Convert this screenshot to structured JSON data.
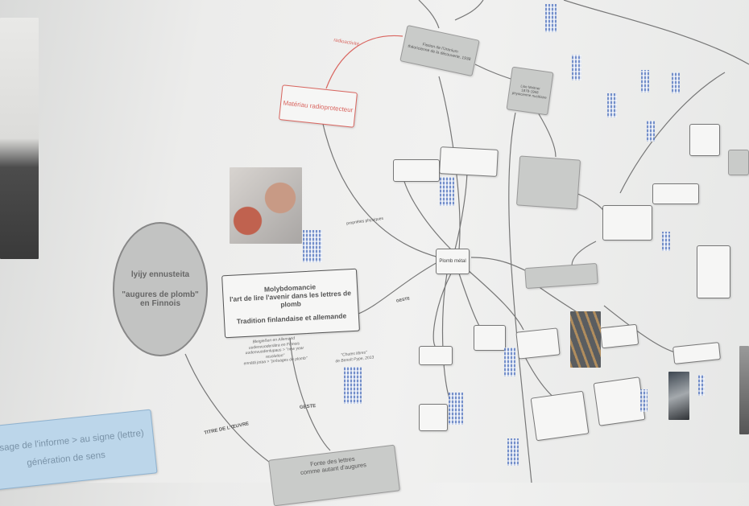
{
  "map": {
    "radioactivity_label": "radioactivité",
    "radioprotective": "Matériau radioprotecteur",
    "fission": {
      "line1": "Fission de l'Uranium",
      "line2": "théoricienne de la découverte, 1938"
    },
    "meitner": {
      "line1": "Lise Meitner",
      "line2": "1878-1968",
      "line3": "physicienne nucléaire"
    },
    "lead_metal": "Plomb métal",
    "physical_props_label": "propriétés physiques",
    "gesture_label_1": "GESTE",
    "gesture_label_2": "GESTE",
    "work_title_label": "TITRE DE L'ŒUVRE",
    "molybdomancy": {
      "title": "Molybdomancie",
      "subtitle": "l'art de lire l'avenir dans les lettres de plomb",
      "tradition": "Tradition finlandaise et allemande"
    },
    "finnish_circle": {
      "line1": "lyijy ennusteita",
      "line2": "\"augures de plomb\"",
      "line3": "en Finnois"
    },
    "translations": {
      "line1": "Bleigießen en Allemand",
      "line2": "uudenvuodenätra en Finnois",
      "line3": "uudenvuodenlupaus > \"new year resolution\"",
      "line4": "ennätä jotaa > \"présages de plomb\""
    },
    "work_ref": {
      "line1": "\"Chutes libres\"",
      "line2": "de Benoît Pype, 2013"
    },
    "sign_box": {
      "line1": "passage de l'informe > au signe (lettre)",
      "line2": "génération de sens"
    },
    "casting_box": {
      "line1": "Fonte des lettres",
      "line2": "comme autant d'augures"
    }
  },
  "colors": {
    "red": "#d9655f",
    "blue_box": "#bcd6ea",
    "grey_box": "#c9cbc9",
    "qr": "#5f7fc4"
  }
}
